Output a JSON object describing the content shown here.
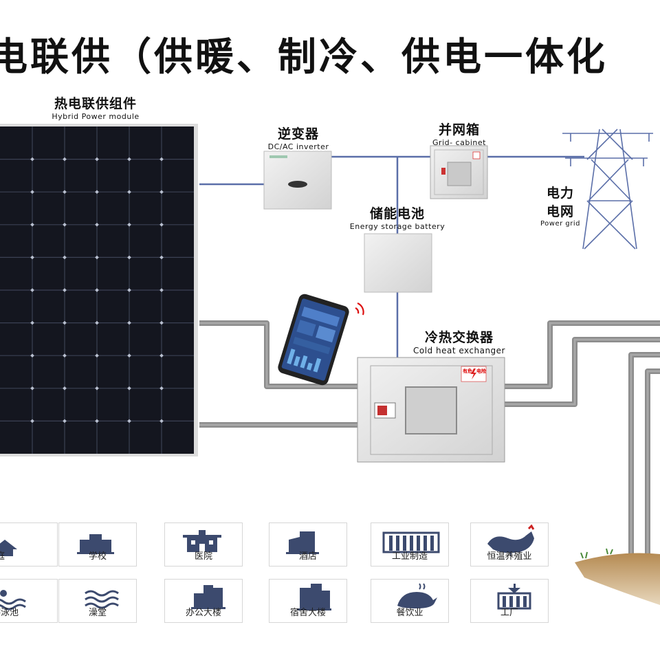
{
  "title": "电联供（供暖、制冷、供电一体化",
  "components": {
    "module": {
      "zh": "热电联供组件",
      "en": "Hybrid Power module"
    },
    "inverter": {
      "zh": "逆变器",
      "en": "DC/AC inverter"
    },
    "grid_cabinet": {
      "zh": "并网箱",
      "en": "Grid- cabinet"
    },
    "power_grid": {
      "zh_line1": "电力",
      "zh_line2": "电网",
      "en": "Power grid"
    },
    "battery": {
      "zh": "储能电池",
      "en": "Energy storage battery"
    },
    "exchanger": {
      "zh": "冷热交换器",
      "en": "Cold heat exchanger",
      "warning_l": "有危",
      "warning_r": "电险"
    }
  },
  "applications": [
    {
      "label": "庭",
      "icon": "house-icon"
    },
    {
      "label": "学校",
      "icon": "school-icon"
    },
    {
      "label": "医院",
      "icon": "hospital-icon"
    },
    {
      "label": "酒店",
      "icon": "hotel-icon"
    },
    {
      "label": "工业制造",
      "icon": "factory-building-icon"
    },
    {
      "label": "恒温养殖业",
      "icon": "rooster-icon"
    },
    {
      "label": "游泳池",
      "icon": "swimmer-icon"
    },
    {
      "label": "澡堂",
      "icon": "water-waves-icon"
    },
    {
      "label": "办公大楼",
      "icon": "office-building-icon"
    },
    {
      "label": "宿舍大楼",
      "icon": "dormitory-icon"
    },
    {
      "label": "餐饮业",
      "icon": "food-dish-icon"
    },
    {
      "label": "工厂",
      "icon": "plant-icon"
    }
  ],
  "colors": {
    "wire": "#5a6ea8",
    "pipe": "#8c8c8c",
    "panel": "#14161f",
    "tower": "#5a6ea8",
    "icon": "#3c4a6e"
  }
}
